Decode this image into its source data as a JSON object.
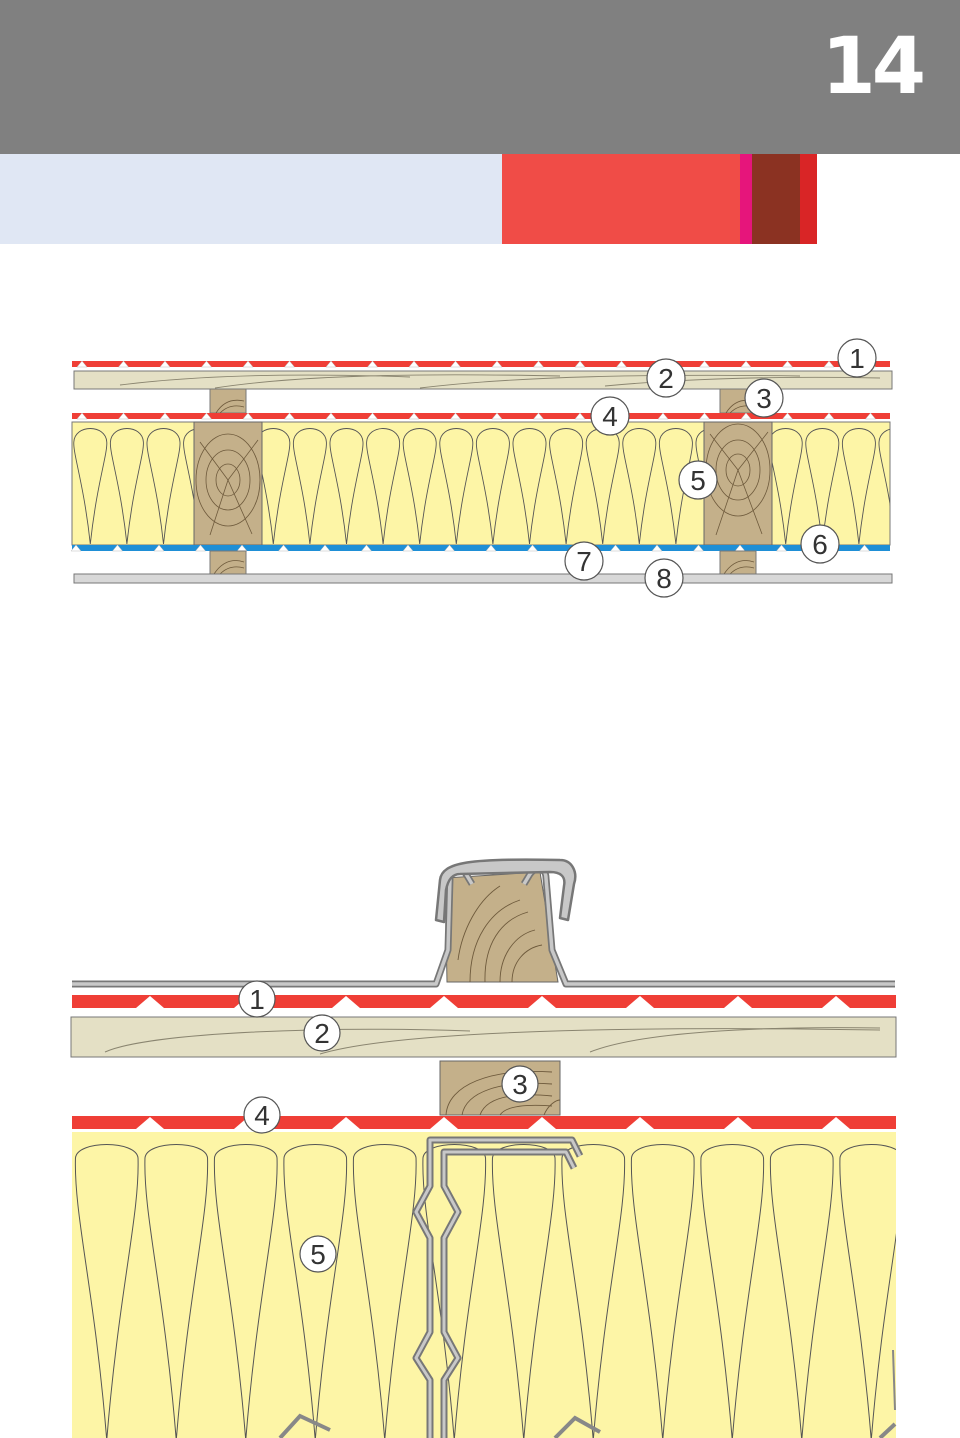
{
  "header": {
    "page_number": "14",
    "bar_color": "#808080",
    "bands": [
      {
        "color": "#e0e7f4"
      },
      {
        "color": "#f04c47"
      },
      {
        "color": "#e6157b"
      },
      {
        "color": "#8b3222"
      },
      {
        "color": "#d92526"
      }
    ]
  },
  "materials": {
    "membrane": "#ef3e36",
    "board": "#e4e0c5",
    "batten": "#c4b08a",
    "insulation": "#fdf5a6",
    "vapour_barrier": "#1f8fd6",
    "lining": "#d8d8d8",
    "metal": "#a5a5a5"
  },
  "top_diagram": {
    "callouts": [
      "1",
      "2",
      "3",
      "4",
      "5",
      "6",
      "7",
      "8"
    ]
  },
  "bottom_diagram": {
    "callouts": [
      "1",
      "2",
      "3",
      "4",
      "5"
    ]
  }
}
